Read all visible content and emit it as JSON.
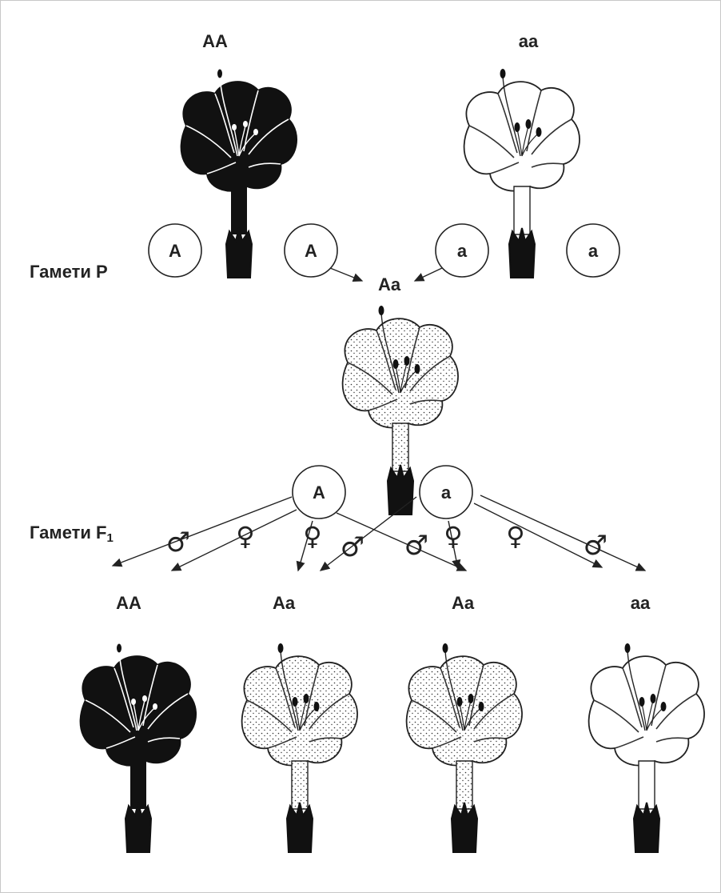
{
  "parents": {
    "left_genotype": "AA",
    "right_genotype": "aa"
  },
  "gametes_p": {
    "label": "Гамети P",
    "left": [
      "A",
      "A"
    ],
    "right": [
      "a",
      "a"
    ]
  },
  "f1": {
    "genotype": "Aa",
    "gametes_label": "Гамети F",
    "gametes_label_sub": "1",
    "gametes": [
      "A",
      "a"
    ],
    "male_symbol": "♂",
    "female_symbol": "♀"
  },
  "f2": {
    "genotypes": [
      "AA",
      "Aa",
      "Aa",
      "aa"
    ]
  },
  "colors": {
    "dark_flower": "#111111",
    "pale_flower": "#ffffff",
    "ink": "#222222"
  }
}
